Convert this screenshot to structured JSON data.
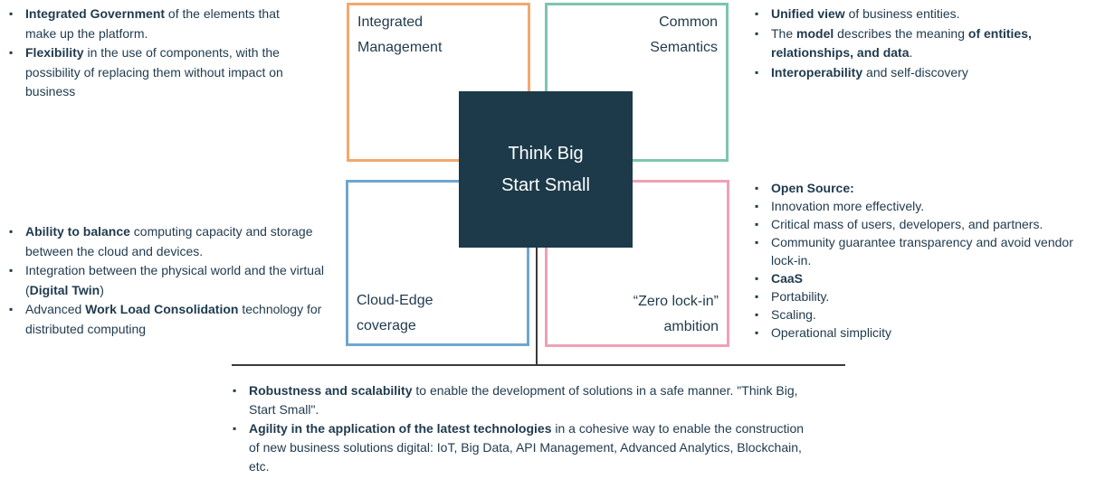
{
  "colors": {
    "text": "#1f3a4d",
    "center_bg": "#1c3a49",
    "center_text": "#ffffff",
    "box_orange": "#f2a96d",
    "box_teal": "#7cc5b0",
    "box_blue": "#6fa6ce",
    "box_pink": "#f1a0b5",
    "line": "#3b3b39"
  },
  "center": {
    "label": "Think Big\nStart Small"
  },
  "boxes": {
    "integrated_management": {
      "label": "Integrated\nManagement"
    },
    "common_semantics": {
      "label": "Common\nSemantics"
    },
    "cloud_edge": {
      "label": "Cloud-Edge\ncoverage"
    },
    "zero_lock_in": {
      "label": "“Zero lock-in”\nambition"
    }
  },
  "lists": {
    "top_left": {
      "items": [
        [
          {
            "t": "Integrated Government",
            "b": true
          },
          {
            "t": " of the elements that make up the platform.",
            "b": false
          }
        ],
        [
          {
            "t": "Flexibility",
            "b": true
          },
          {
            "t": " in the use of components, with the possibility of replacing them without impact on business",
            "b": false
          }
        ]
      ]
    },
    "mid_left": {
      "items": [
        [
          {
            "t": "Ability to balance",
            "b": true
          },
          {
            "t": " computing capacity and storage between the cloud and devices.",
            "b": false
          }
        ],
        [
          {
            "t": "Integration between the physical world and the virtual (",
            "b": false
          },
          {
            "t": "Digital Twin",
            "b": true
          },
          {
            "t": ")",
            "b": false
          }
        ],
        [
          {
            "t": "Advanced ",
            "b": false
          },
          {
            "t": "Work Load Consolidation",
            "b": true
          },
          {
            "t": " technology for distributed computing",
            "b": false
          }
        ]
      ]
    },
    "top_right": {
      "items": [
        [
          {
            "t": "Unified view",
            "b": true
          },
          {
            "t": " of business entities.",
            "b": false
          }
        ],
        [
          {
            "t": "The ",
            "b": false
          },
          {
            "t": "model",
            "b": true
          },
          {
            "t": " describes the meaning ",
            "b": false
          },
          {
            "t": "of entities, relationships, and data",
            "b": true
          },
          {
            "t": ".",
            "b": false
          }
        ],
        [
          {
            "t": "Interoperability",
            "b": true
          },
          {
            "t": " and self-discovery",
            "b": false
          }
        ]
      ]
    },
    "mid_right": {
      "items": [
        [
          {
            "t": "Open Source:",
            "b": true
          }
        ],
        [
          {
            "t": "Innovation more effectively.",
            "b": false
          }
        ],
        [
          {
            "t": "Critical mass of users, developers, and partners.",
            "b": false
          }
        ],
        [
          {
            "t": "Community guarantee transparency and avoid vendor lock-in.",
            "b": false
          }
        ],
        [
          {
            "t": "CaaS",
            "b": true
          }
        ],
        [
          {
            "t": "Portability.",
            "b": false
          }
        ],
        [
          {
            "t": "Scaling.",
            "b": false
          }
        ],
        [
          {
            "t": "Operational simplicity",
            "b": false
          }
        ]
      ]
    },
    "bottom": {
      "items": [
        [
          {
            "t": "Robustness and scalability",
            "b": true
          },
          {
            "t": " to enable the development of solutions in a safe manner. \"Think Big, Start Small\".",
            "b": false
          }
        ],
        [
          {
            "t": "Agility in the application of the latest technologies",
            "b": true
          },
          {
            "t": " in a cohesive way to enable the construction of new business solutions digital: IoT, Big Data, API Management, Advanced Analytics, Blockchain, etc.",
            "b": false
          }
        ]
      ]
    }
  }
}
